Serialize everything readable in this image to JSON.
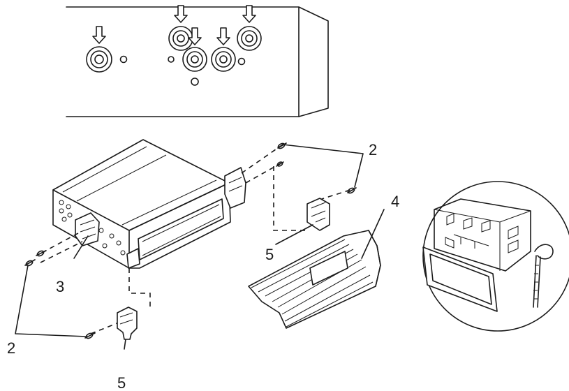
{
  "diagram": {
    "labels": {
      "screw_top": "2",
      "screw_left": "2",
      "bracket_lever": "3",
      "trim_ring": "4",
      "clip_right": "5",
      "clip_bottom": "5"
    },
    "colors": {
      "line": "#1a1a1a",
      "background": "#ffffff"
    }
  }
}
